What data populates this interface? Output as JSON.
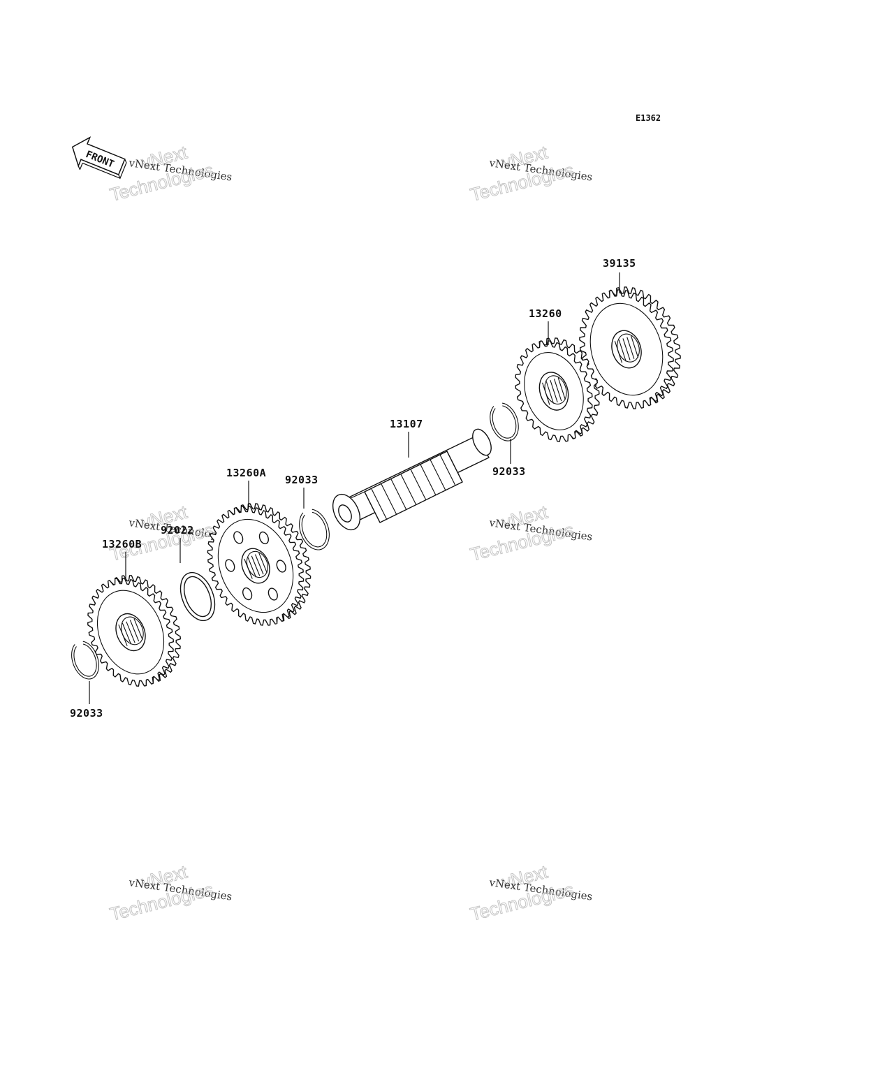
{
  "diagram": {
    "code": "E1362",
    "front_label": "FRONT",
    "watermark": {
      "line1": "vNext",
      "line2": "vNext Technologies",
      "line3": "Technologies"
    },
    "parts": {
      "p39135": "39135",
      "p13260": "13260",
      "p13107": "13107",
      "p92033_right": "92033",
      "p92033_mid": "92033",
      "p13260A": "13260A",
      "p13260B": "13260B",
      "p92022": "92022",
      "p92033_left": "92033"
    }
  }
}
